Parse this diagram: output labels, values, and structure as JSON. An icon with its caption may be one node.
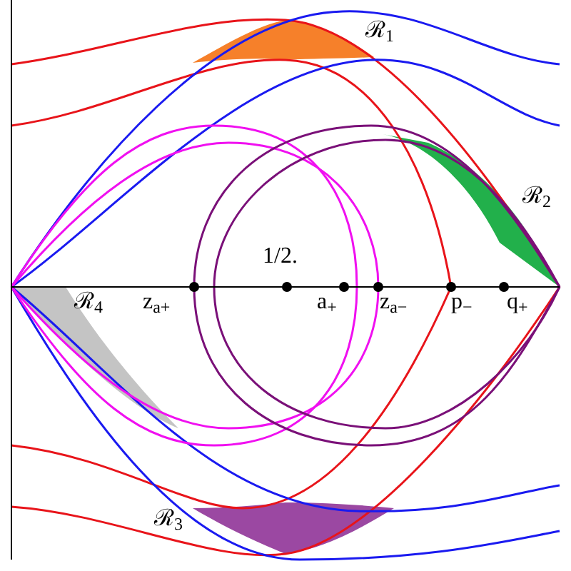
{
  "diagram": {
    "labels": [
      "ℛ$_{1}$",
      "ℛ$_{2}$",
      "1/2.",
      "ℛ$_{4}$",
      "z$_{a+}$",
      "a$_{+}$",
      "z$_{a−}$",
      "p$_{−}$",
      "q$_{+}$",
      "ℛ$_{3}$"
    ]
  }
}
